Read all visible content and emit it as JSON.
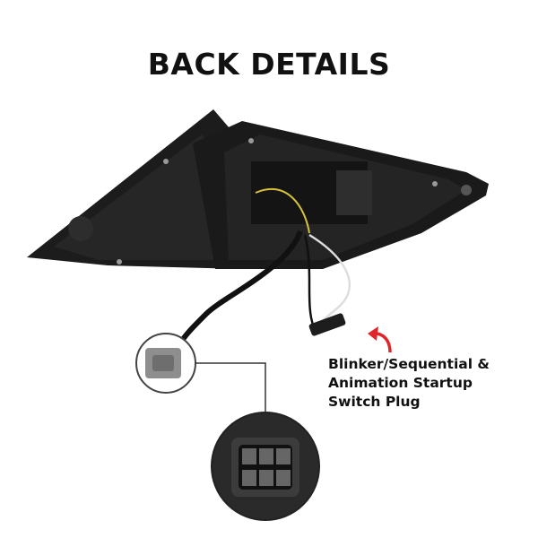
{
  "title": "BACK DETAILS",
  "caption": {
    "lines": [
      "Blinker/Sequential &",
      "Animation Startup",
      "Switch Plug"
    ]
  },
  "colors": {
    "arrow": "#e0262b",
    "housing": "#1b1b1b",
    "text": "#111111"
  }
}
